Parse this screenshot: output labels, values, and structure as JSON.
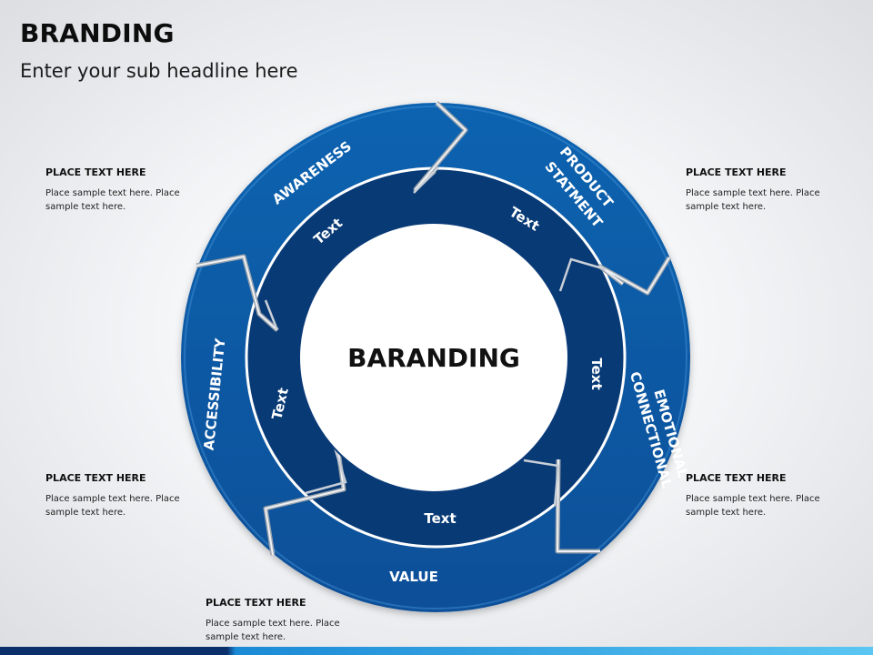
{
  "header": {
    "title": "BRANDING",
    "subtitle": "Enter your sub headline here"
  },
  "diagram": {
    "center_label": "BARANDING",
    "outer_segments": [
      "AWARENESS",
      "PRODUCT",
      "STATMENT",
      "EMOTIONAL",
      "CONNECTIONAL",
      "VALUE",
      "ACCESSIBILITY"
    ],
    "inner_labels": [
      "Text",
      "Text",
      "Text",
      "Text",
      "Text"
    ],
    "colors": {
      "outer": "#0a5ea8",
      "inner": "#083a75",
      "center": "#ffffff",
      "label": "#ffffff",
      "center_text": "#111111"
    }
  },
  "callouts": [
    {
      "heading": "PLACE TEXT HERE",
      "body_line1": "Place sample text here. Place",
      "body_line2": "sample text here."
    },
    {
      "heading": "PLACE TEXT HERE",
      "body_line1": "Place sample text here. Place",
      "body_line2": "sample text here."
    },
    {
      "heading": "PLACE TEXT HERE",
      "body_line1": "Place sample text here. Place",
      "body_line2": "sample text here."
    },
    {
      "heading": "PLACE TEXT HERE",
      "body_line1": "Place sample text here. Place",
      "body_line2": "sample text here."
    },
    {
      "heading": "PLACE TEXT HERE",
      "body_line1": "Place sample text here. Place",
      "body_line2": "sample text here."
    }
  ]
}
